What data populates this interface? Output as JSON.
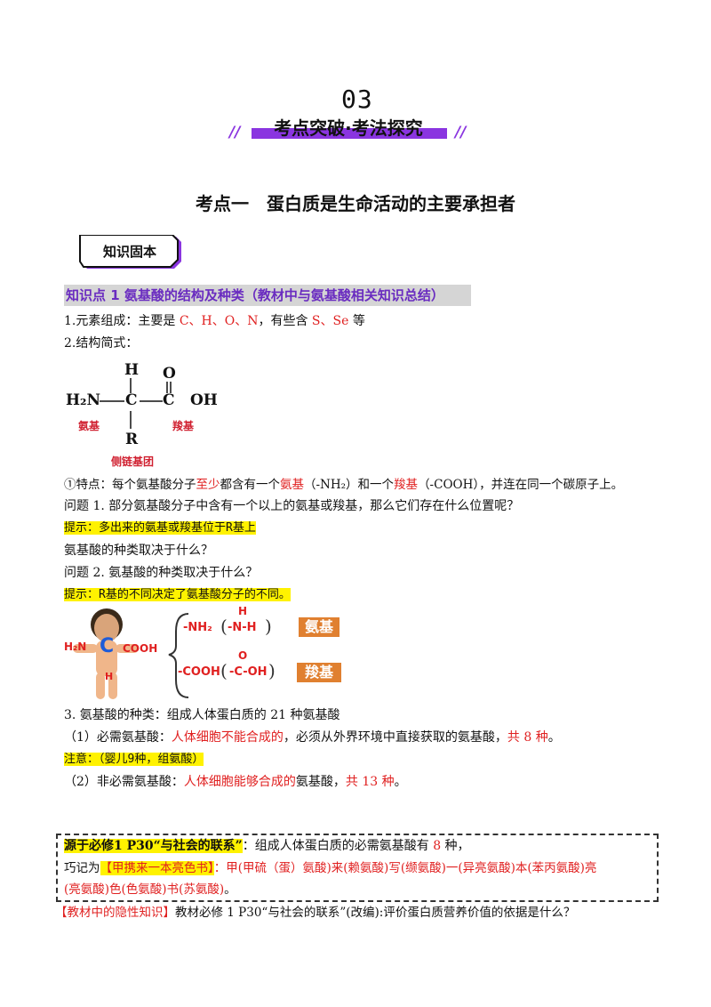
{
  "header": {
    "number": "03",
    "banner": "考点突破·考法探究"
  },
  "heading": "考点一　蛋白质是生命活动的主要承担者",
  "knowledge_box": "知识固本",
  "kp1_title": "知识点 1  氨基酸的结构及种类（教材中与氨基酸相关知识总结）",
  "lines": {
    "l1_a": "1.元素组成：主要是 ",
    "l1_b": "C、H、O、N",
    "l1_c": "，有些含 ",
    "l1_d": "S、Se",
    "l1_e": " 等",
    "l2": "2.结构简式：",
    "f_a": "①特点：每个氨基酸分子",
    "f_b": "至少",
    "f_c": "都含有一个",
    "f_d": "氨基",
    "f_e": "（-NH₂）和一个",
    "f_f": "羧基",
    "f_g": "（-COOH），并连在同一个碳原子上。",
    "q1": "问题 1. 部分氨基酸分子中含有一个以上的氨基或羧基，那么它们存在什么位置呢？",
    "tip1": "提示：多出来的氨基或羧基位于R基上",
    "q_kind": "氨基酸的种类取决于什么？",
    "q2": "问题 2. 氨基酸的种类取决于什么？",
    "tip2": "提示：R基的不同决定了氨基酸分子的不同。",
    "t3": "3. 氨基酸的种类：组成人体蛋白质的 21 种氨基酸",
    "e1_a": "（1）必需氨基酸：",
    "e1_b": "人体细胞不能合成的",
    "e1_c": "，必须从外界环境中直接获取的氨基酸，",
    "e1_d": "共 8 种",
    "e1_e": "。",
    "note": "注意：（婴儿9种，组氨酸）",
    "e2_a": "（2）非必需氨基酸：",
    "e2_b": "人体细胞能够合成的",
    "e2_c": "氨基酸，",
    "e2_d": "共 13 种",
    "e2_e": "。",
    "src_a": "源于必修1 P30“与社会的联系”",
    "src_b": "：组成人体蛋白质的必需氨基酸有 ",
    "src_c": "8",
    "src_d": " 种，",
    "mem_a": "巧记为",
    "mem_b": "【甲携来一本亮色书】",
    "mem_c": "：甲(甲硫（蛋）氨酸)来(赖氨酸)写(缬氨酸)一(异亮氨酸)本(苯丙氨酸)亮",
    "mem_d": "(亮氨酸)色(色氨酸)书(苏氨酸)",
    "mem_e": "。",
    "hidden_a": "【教材中的隐性知识】",
    "hidden_b": "教材必修 1 P30“与社会的联系”(改编):评价蛋白质营养价值的依据是什么？"
  },
  "structure": {
    "H": "H",
    "O": "O",
    "H2N": "H₂N",
    "C1": "C",
    "C2": "C",
    "OH": "OH",
    "R": "R",
    "label_amino": "氨基",
    "label_carboxyl": "羧基",
    "label_side": "侧链基团"
  },
  "figure2": {
    "left_h2n": "H₂N",
    "left_c": "C",
    "left_cooh": "COOH",
    "left_h": "H",
    "nh2": "-NH₂",
    "n_h_top": "H",
    "n_mid": "-N-H",
    "cooh": "-COOH",
    "o_top": "O",
    "c_oh": "-C-OH",
    "tag_amino": "氨基",
    "tag_carboxyl": "羧基"
  },
  "colors": {
    "accent_purple": "#8a35e0",
    "red": "#e02020",
    "highlight": "#fff200",
    "orange": "#e08030"
  }
}
